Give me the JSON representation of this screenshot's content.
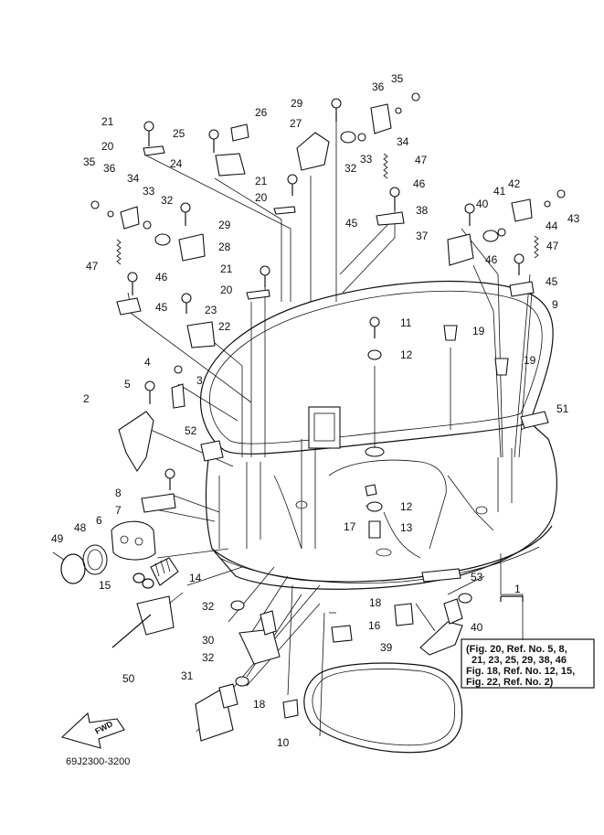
{
  "callouts": {
    "c1": "1",
    "c2": "2",
    "c3": "3",
    "c4": "4",
    "c5": "5",
    "c6": "6",
    "c7": "7",
    "c8": "8",
    "c9": "9",
    "c10": "10",
    "c11": "11",
    "c12a": "12",
    "c12b": "12",
    "c13": "13",
    "c14": "14",
    "c15": "15",
    "c16": "16",
    "c17": "17",
    "c18a": "18",
    "c18b": "18",
    "c19a": "19",
    "c19b": "19",
    "c20a": "20",
    "c20b": "20",
    "c20c": "20",
    "c21a": "21",
    "c21b": "21",
    "c21c": "21",
    "c22": "22",
    "c23": "23",
    "c24": "24",
    "c25": "25",
    "c26": "26",
    "c27": "27",
    "c28": "28",
    "c29a": "29",
    "c29b": "29",
    "c30": "30",
    "c31": "31",
    "c32a": "32",
    "c32b": "32",
    "c32c": "32",
    "c32d": "32",
    "c33a": "33",
    "c33b": "33",
    "c34a": "34",
    "c34b": "34",
    "c35a": "35",
    "c35b": "35",
    "c36a": "36",
    "c36b": "36",
    "c37": "37",
    "c38": "38",
    "c39": "39",
    "c40a": "40",
    "c40b": "40",
    "c41": "41",
    "c42": "42",
    "c43": "43",
    "c44": "44",
    "c45a": "45",
    "c45b": "45",
    "c45c": "45",
    "c46a": "46",
    "c46b": "46",
    "c46c": "46",
    "c47a": "47",
    "c47b": "47",
    "c47c": "47",
    "c48": "48",
    "c49": "49",
    "c50": "50",
    "c51": "51",
    "c52": "52",
    "c53": "53"
  },
  "note": {
    "line1": "(Fig. 20, Ref. No. 5, 8,",
    "line2": "21, 23, 25, 29, 38, 46",
    "line3": "Fig. 18, Ref. No. 12, 15,",
    "line4": "Fig. 22, Ref. No. 2)"
  },
  "fwd_label": "FWD",
  "diagram_code": "69J2300-3200"
}
